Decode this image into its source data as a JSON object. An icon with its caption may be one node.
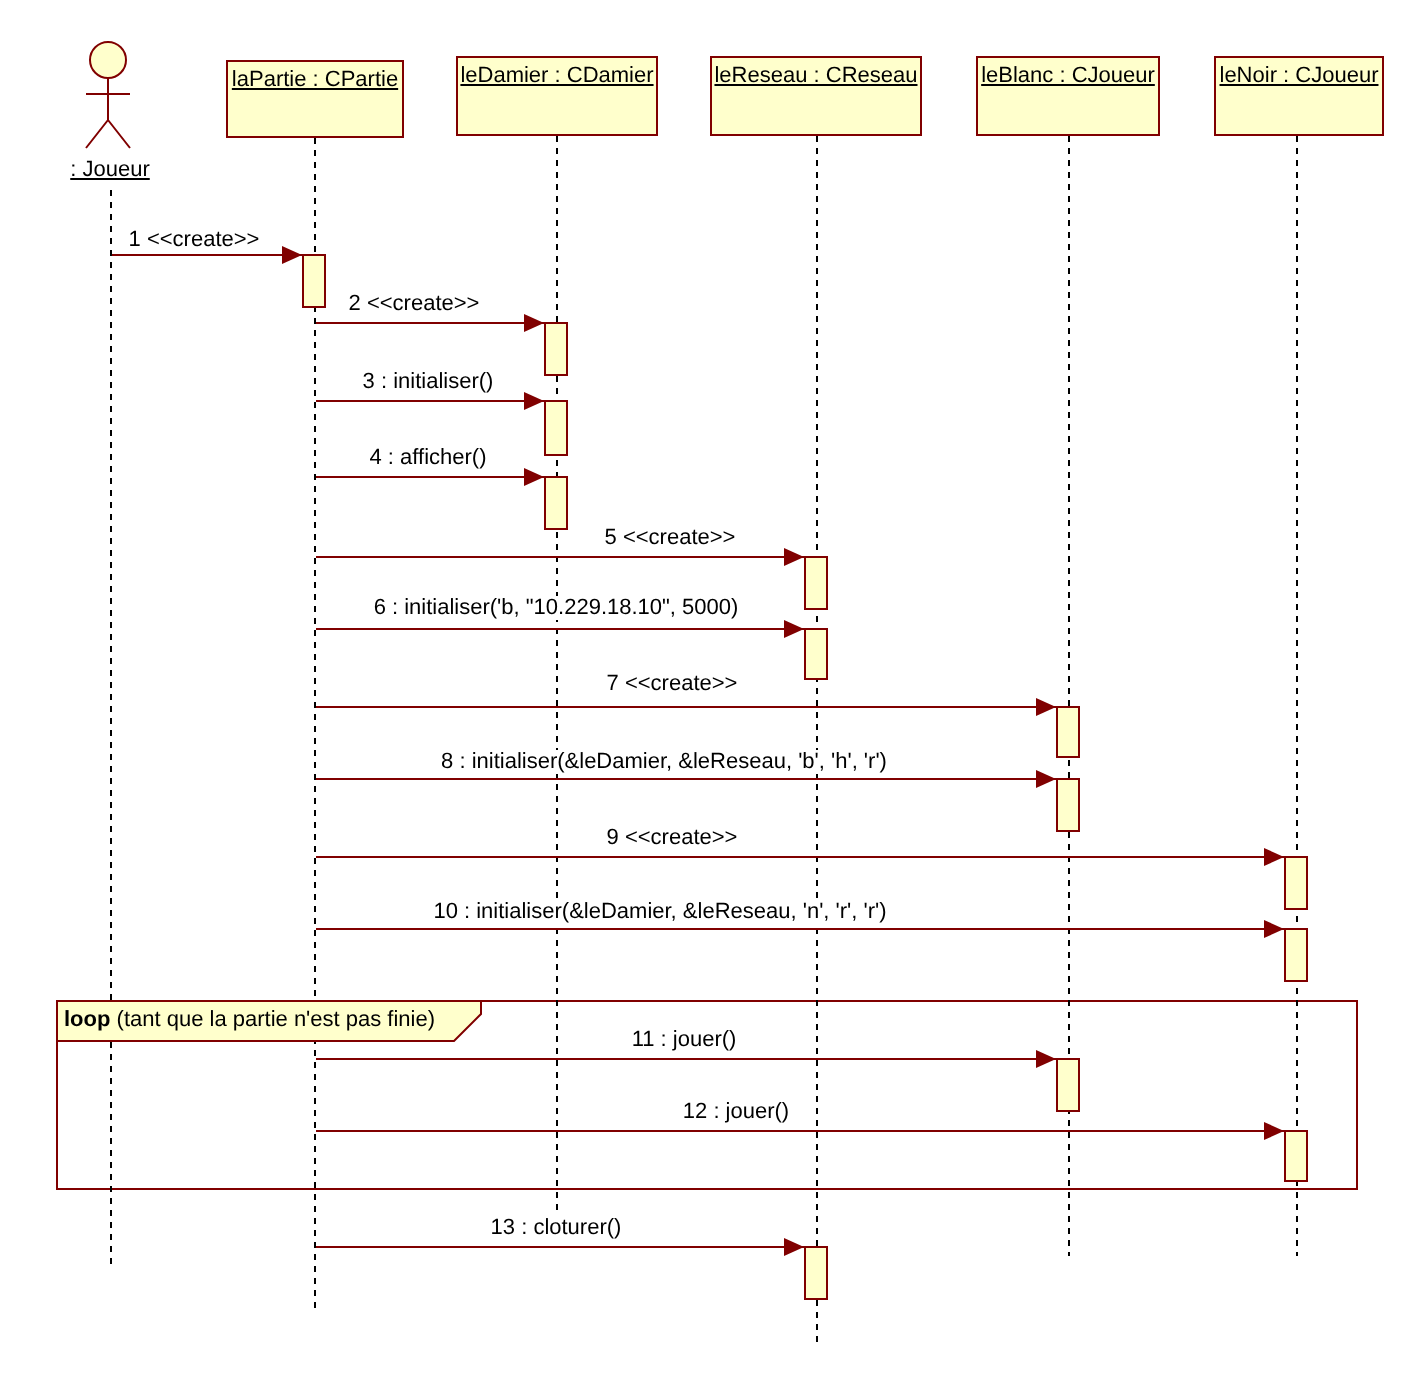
{
  "diagram": {
    "nodes": [
      {
        "text": [],
        "shape": "person",
        "beside": [
          ": Joueur"
        ]
      },
      {
        "text": [
          "laPartie : CPartie"
        ]
      },
      {
        "text": [
          "leDamier : CDamier"
        ]
      },
      {
        "text": [
          "leReseau : CReseau"
        ]
      },
      {
        "text": [
          "leBlanc : CJoueur"
        ]
      },
      {
        "text": [
          "leNoir : CJoueur"
        ]
      },
      {
        "text": [],
        "shape": "line"
      },
      {
        "text": [],
        "shape": "line"
      },
      {
        "text": [],
        "shape": "line"
      },
      {
        "text": [],
        "shape": "line"
      },
      {
        "text": [],
        "shape": "line"
      },
      {
        "text": [],
        "shape": "line"
      },
      {
        "text": [],
        "shape": "bar"
      },
      {
        "text": [],
        "shape": "bar"
      },
      {
        "text": [],
        "shape": "bar"
      },
      {
        "text": [],
        "shape": "bar"
      },
      {
        "text": [],
        "shape": "bar"
      },
      {
        "text": [],
        "shape": "bar"
      },
      {
        "text": [],
        "shape": "bar"
      },
      {
        "text": [],
        "shape": "bar"
      },
      {
        "text": [],
        "shape": "bar"
      },
      {
        "text": [],
        "shape": "bar"
      },
      {
        "text": [
          "**loop** (tant que la partie n'est pas finie)"
        ]
      },
      {
        "text": [],
        "shape": "bar",
        "in": 22
      },
      {
        "text": [],
        "shape": "bar",
        "in": 22
      },
      {
        "text": [],
        "shape": "bar"
      }
    ],
    "edges": [
      {
        "from": 6,
        "to": 12,
        "arrow": "to",
        "label": "1 <<create>>"
      },
      {
        "from": 7,
        "to": 13,
        "arrow": "to",
        "label": "2 <<create>>"
      },
      {
        "from": 7,
        "to": 14,
        "arrow": "to",
        "label": "3 : initialiser()"
      },
      {
        "from": 7,
        "to": 15,
        "arrow": "to",
        "label": "4 : afficher()"
      },
      {
        "from": 7,
        "to": 16,
        "arrow": "to",
        "label": "5 <<create>>"
      },
      {
        "from": 7,
        "to": 17,
        "arrow": "to",
        "label": "6 : initialiser('b, \"10.229.18.10\", 5000)"
      },
      {
        "from": 7,
        "to": 18,
        "arrow": "to",
        "label": "7 <<create>>"
      },
      {
        "from": 7,
        "to": 19,
        "arrow": "to",
        "label": "8 : initialiser(&leDamier, &leReseau, 'b', 'h', 'r')"
      },
      {
        "from": 7,
        "to": 20,
        "arrow": "to",
        "label": "9 <<create>>"
      },
      {
        "from": 7,
        "to": 21,
        "arrow": "to",
        "label": "10 : initialiser(&leDamier, &leReseau, 'n', 'r', 'r')"
      },
      {
        "from": 7,
        "to": 23,
        "arrow": "to",
        "label": "11 : jouer()"
      },
      {
        "from": 7,
        "to": 24,
        "arrow": "to",
        "label": "12 : jouer()"
      },
      {
        "from": 7,
        "to": 25,
        "arrow": "to",
        "label": "13 : cloturer()"
      }
    ]
  }
}
